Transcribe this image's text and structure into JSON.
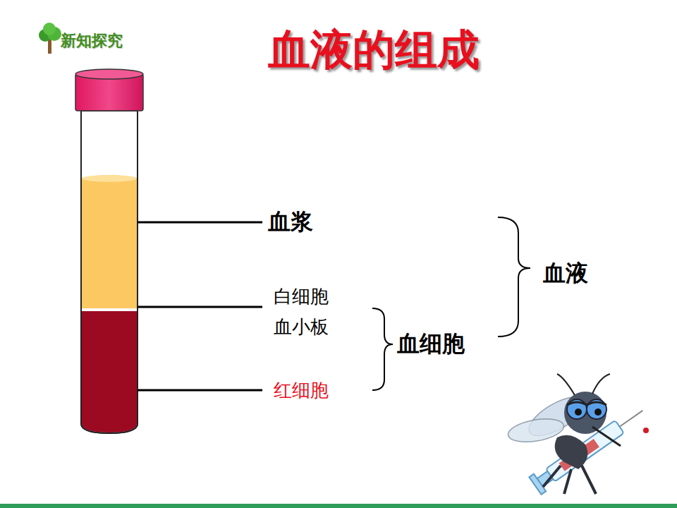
{
  "diagram": {
    "title": "血液的组成",
    "labels": [
      "新知探究",
      "血浆",
      "白细胞",
      "血小板",
      "红细胞",
      "血细胞",
      "血液"
    ]
  }
}
